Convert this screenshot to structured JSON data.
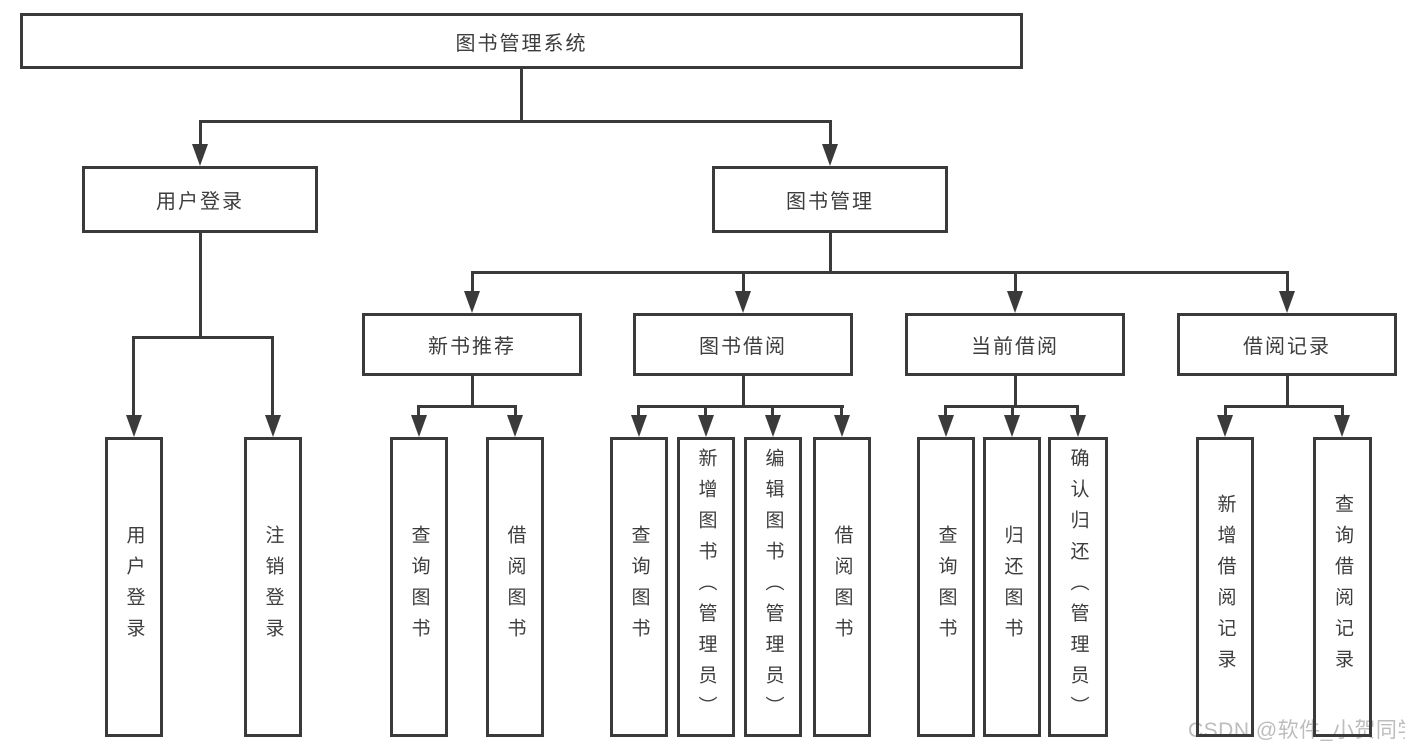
{
  "diagram": {
    "title": "图书管理系统",
    "watermark": "CSDN @软件_小贺同学",
    "colors": {
      "line": "#3a3a3a",
      "box_border": "#3a3a3a",
      "box_bg": "#ffffff",
      "text": "#3d3d3d",
      "watermark": "#bdbdbd"
    },
    "tree": {
      "root": {
        "label": "图书管理系统",
        "children": [
          {
            "label": "用户登录",
            "children": [
              {
                "label": "用户登录"
              },
              {
                "label": "注销登录"
              }
            ]
          },
          {
            "label": "图书管理",
            "children": [
              {
                "label": "新书推荐",
                "children": [
                  {
                    "label": "查询图书"
                  },
                  {
                    "label": "借阅图书"
                  }
                ]
              },
              {
                "label": "图书借阅",
                "children": [
                  {
                    "label": "查询图书"
                  },
                  {
                    "label": "新增图书（管理员）"
                  },
                  {
                    "label": "编辑图书（管理员）"
                  },
                  {
                    "label": "借阅图书"
                  }
                ]
              },
              {
                "label": "当前借阅",
                "children": [
                  {
                    "label": "查询图书"
                  },
                  {
                    "label": "归还图书"
                  },
                  {
                    "label": "确认归还（管理员）"
                  }
                ]
              },
              {
                "label": "借阅记录",
                "children": [
                  {
                    "label": "新增借阅记录"
                  },
                  {
                    "label": "查询借阅记录"
                  }
                ]
              }
            ]
          }
        ]
      }
    }
  }
}
